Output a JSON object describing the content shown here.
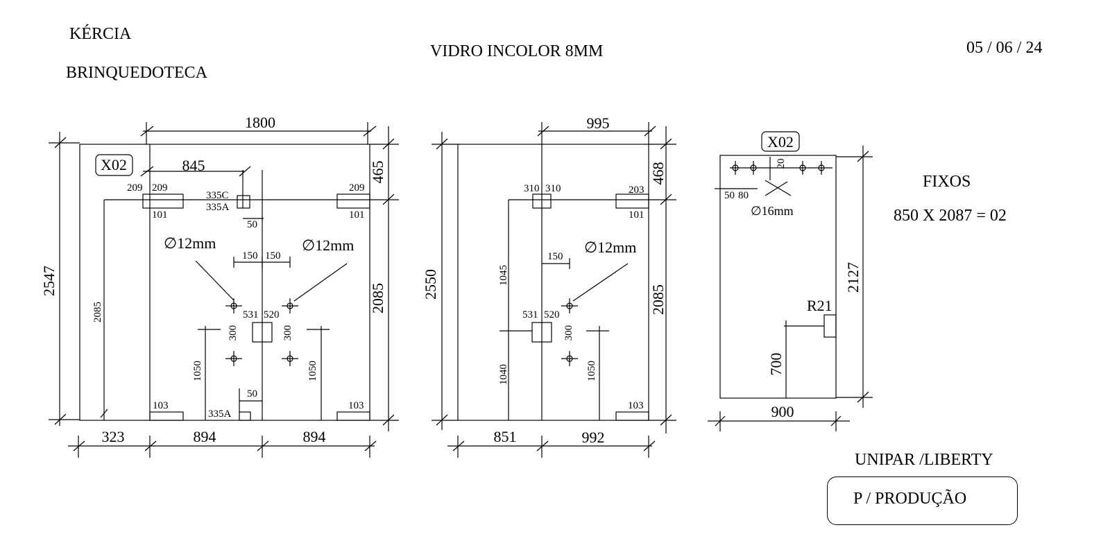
{
  "header": {
    "client": "KÉRCIA",
    "room": "BRINQUEDOTECA",
    "material": "VIDRO INCOLOR 8MM",
    "date": "05 / 06 / 24"
  },
  "panel1": {
    "width": "1800",
    "height": "2547",
    "tag": "X02",
    "top_offset": "845",
    "right_top": "465",
    "right_main": "2085",
    "left_inner": "2085",
    "bottom_segments": [
      "323",
      "894",
      "894"
    ],
    "hinge_labels": [
      "209",
      "209",
      "101",
      "209",
      "101"
    ],
    "lock_labels": [
      "335C",
      "335A",
      "50"
    ],
    "handle_offsets": [
      "150",
      "150"
    ],
    "hole_left": "∅12mm",
    "hole_right": "∅12mm",
    "center_labels": [
      "531",
      "520"
    ],
    "vertical_300": [
      "300",
      "300"
    ],
    "vertical_1050": [
      "1050",
      "1050"
    ],
    "floor_labels": [
      "103",
      "103"
    ],
    "bottom_lock": [
      "50",
      "335A"
    ]
  },
  "panel2": {
    "width": "995",
    "height": "2550",
    "right_top": "468",
    "right_main": "2085",
    "hinge_labels": [
      "310",
      "310",
      "203",
      "101"
    ],
    "left_inner": "1045",
    "left_lower": "1040",
    "handle_offset": "150",
    "hole": "∅12mm",
    "center_labels": [
      "531",
      "520"
    ],
    "vertical_300": "300",
    "vertical_1050": "1050",
    "floor_label": "103",
    "bottom_segments": [
      "851",
      "992"
    ]
  },
  "panel3": {
    "tag": "X02",
    "width": "900",
    "height": "2127",
    "top_20": "20",
    "spacing": [
      "50",
      "80"
    ],
    "hole": "∅16mm",
    "radius": "R21",
    "lower": "700"
  },
  "notes": {
    "fixos_title": "FIXOS",
    "fixos_spec": "850 X 2087 = 02",
    "supplier": "UNIPAR /LIBERTY",
    "stamp": "P / PRODUÇÃO"
  }
}
